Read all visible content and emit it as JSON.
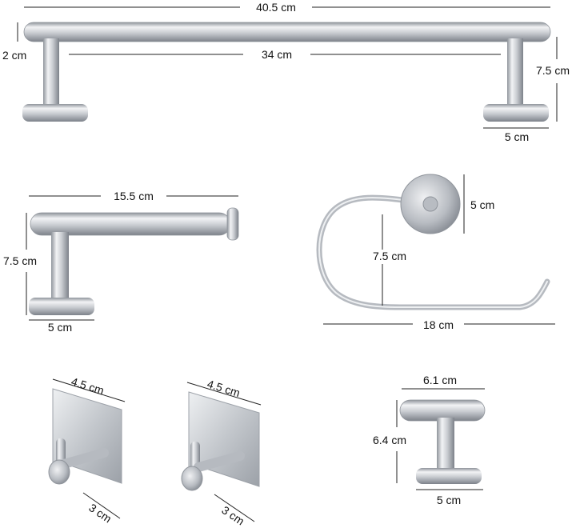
{
  "colors": {
    "metal_light": "#f2f3f5",
    "metal_mid": "#c9ccd1",
    "metal_dark": "#8f949b",
    "line": "#222222",
    "text": "#111111"
  },
  "towel_bar": {
    "length_label": "40.5 cm",
    "inner_label": "34 cm",
    "bar_diameter_label": "2 cm",
    "height_label": "7.5 cm",
    "base_label": "5 cm"
  },
  "paper_holder": {
    "length_label": "15.5 cm",
    "height_label": "7.5 cm",
    "base_label": "5 cm"
  },
  "towel_ring": {
    "base_label": "5 cm",
    "depth_label": "7.5 cm",
    "width_label": "18 cm"
  },
  "adhesive_hook_left": {
    "width_label": "4.5 cm",
    "hook_label": "3 cm"
  },
  "adhesive_hook_right": {
    "width_label": "4.5 cm",
    "hook_label": "3 cm"
  },
  "t_hook": {
    "width_label": "6.1 cm",
    "height_label": "6.4 cm",
    "base_label": "5 cm"
  }
}
